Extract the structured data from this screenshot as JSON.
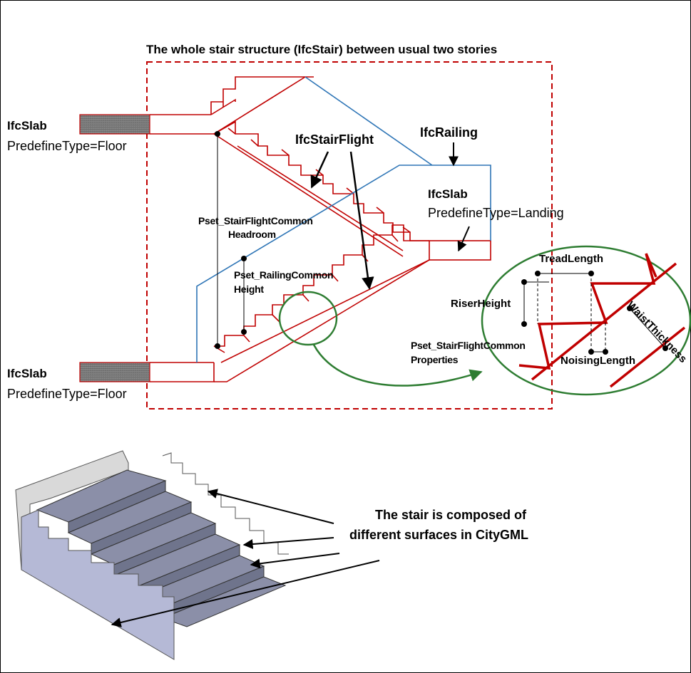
{
  "title": "The whole stair structure (IfcStair) between usual two stories",
  "slab_top": {
    "name": "IfcSlab",
    "type": "PredefineType=Floor"
  },
  "slab_bottom": {
    "name": "IfcSlab",
    "type": "PredefineType=Floor"
  },
  "slab_landing": {
    "name": "IfcSlab",
    "type": "PredefineType=Landing"
  },
  "stair_flight": "IfcStairFlight",
  "railing": "IfcRailing",
  "headroom": {
    "line1": "Pset_StairFlightCommon",
    "line2": "Headroom"
  },
  "railing_height": {
    "line1": "Pset_RailingCommon",
    "line2": "Height"
  },
  "flight_properties": {
    "line1": "Pset_StairFlightCommon",
    "line2": "Properties"
  },
  "detail": {
    "tread_length": "TreadLength",
    "riser_height": "RiserHeight",
    "nosing_length": "NoisingLength",
    "waist_thickness": "WaistThickness"
  },
  "citygml_note": {
    "line1": "The stair is composed of",
    "line2": "different surfaces in CityGML"
  },
  "colors": {
    "stair_line": "#c00000",
    "railing_line": "#2e75b6",
    "dashed_box": "#c00000",
    "detail_circle": "#2e7d32",
    "slab_fill": "#7f7f7f",
    "step_top": "#8b8fa8",
    "step_front": "#6f748c",
    "side_wall": "#b5b9d6",
    "back_wall": "#d9d9d9"
  }
}
